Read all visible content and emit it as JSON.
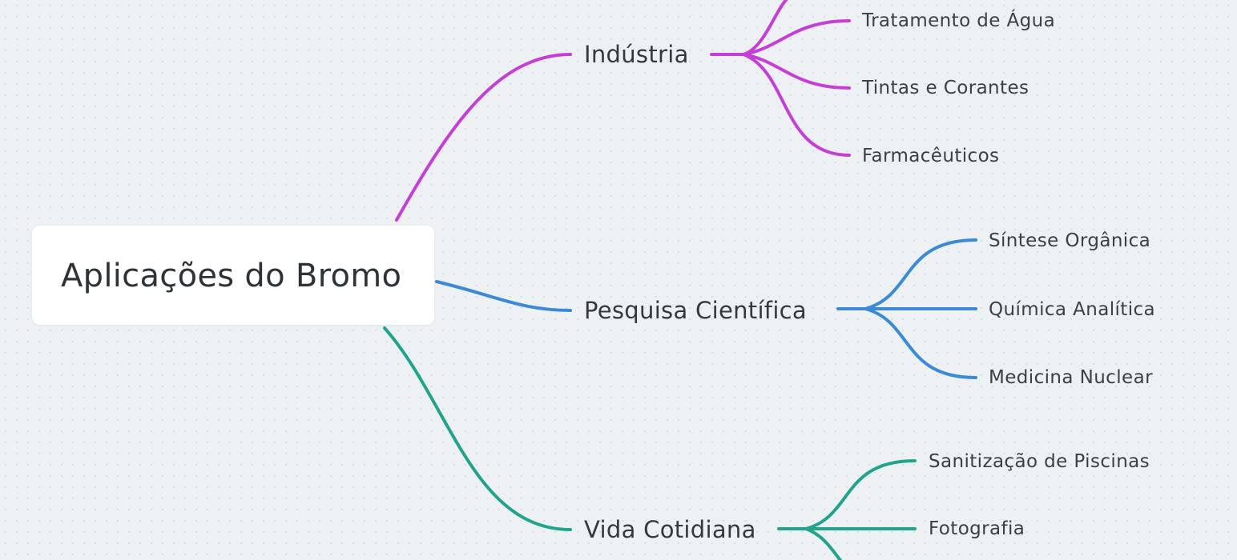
{
  "root": {
    "label": "Aplicações do Bromo"
  },
  "branches": [
    {
      "label": "Indústria",
      "color": "#c43fd6",
      "leaves": [
        "Tratamento de Água",
        "Tintas e Corantes",
        "Farmacêuticos"
      ]
    },
    {
      "label": "Pesquisa Científica",
      "color": "#3a8ad8",
      "leaves": [
        "Síntese Orgânica",
        "Química Analítica",
        "Medicina Nuclear"
      ]
    },
    {
      "label": "Vida Cotidiana",
      "color": "#22a38c",
      "leaves": [
        "Sanitização de Piscinas",
        "Fotografia"
      ]
    }
  ]
}
